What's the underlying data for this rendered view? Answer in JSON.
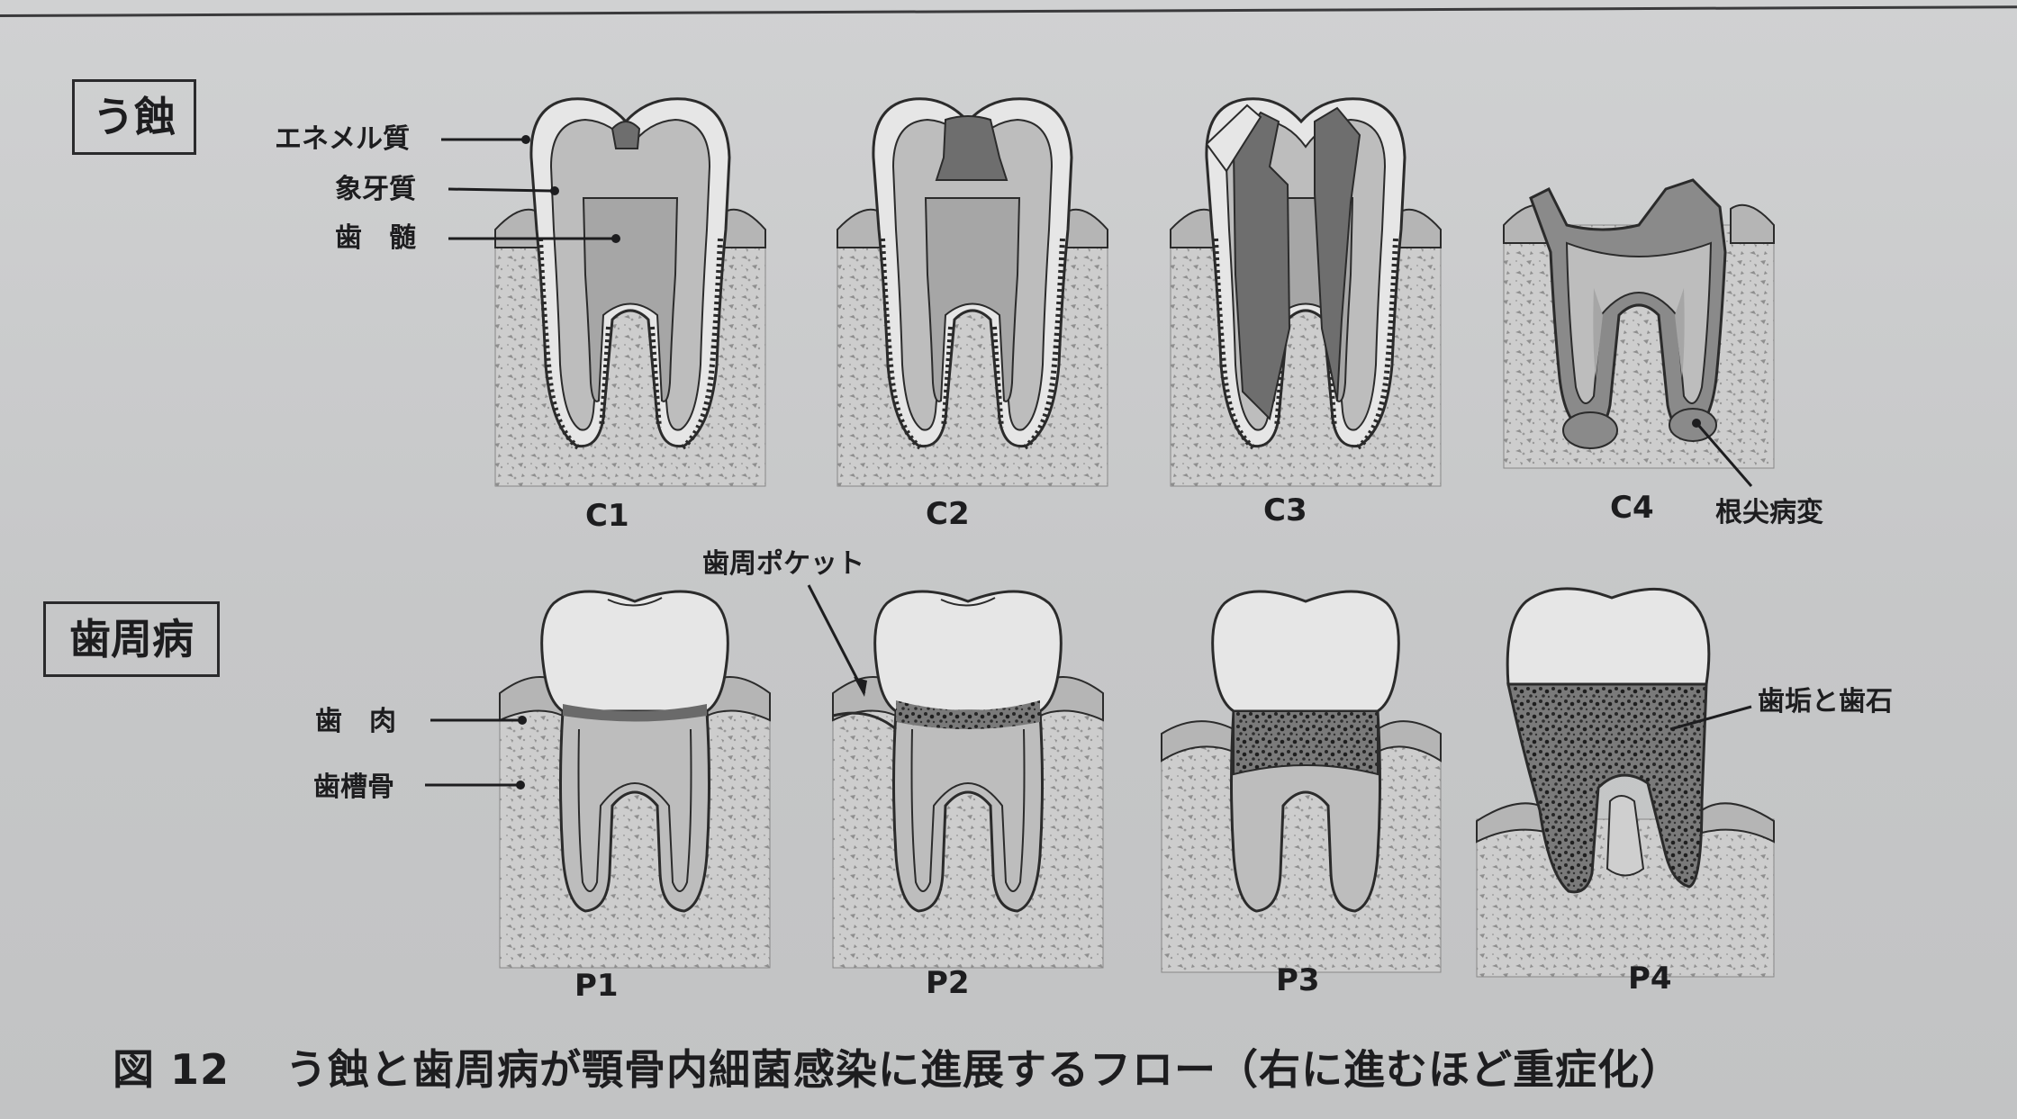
{
  "sections": {
    "caries": "う蝕",
    "periodontal": "歯周病"
  },
  "caries_labels": {
    "enamel": "エネメル質",
    "dentin": "象牙質",
    "pulp": "歯　髄",
    "apical_lesion": "根尖病変"
  },
  "perio_labels": {
    "gingiva": "歯　肉",
    "alveolar_bone": "歯槽骨",
    "pocket": "歯周ポケット",
    "plaque_calculus": "歯垢と歯石"
  },
  "caries_stages": [
    "C1",
    "C2",
    "C3",
    "C4"
  ],
  "perio_stages": [
    "P1",
    "P2",
    "P3",
    "P4"
  ],
  "caption": {
    "number": "図 12",
    "text": "う蝕と歯周病が顎骨内細菌感染に進展するフロー（右に進むほど重症化）"
  },
  "colors": {
    "enamel": "#e6e6e6",
    "dentin": "#bdbdbd",
    "pulp": "#a6a6a6",
    "bone": "#cfcfcf",
    "gum": "#b3b3b3",
    "decay": "#6e6e6e",
    "calculus": "#3a3a3a",
    "line": "#2b2b2b"
  }
}
